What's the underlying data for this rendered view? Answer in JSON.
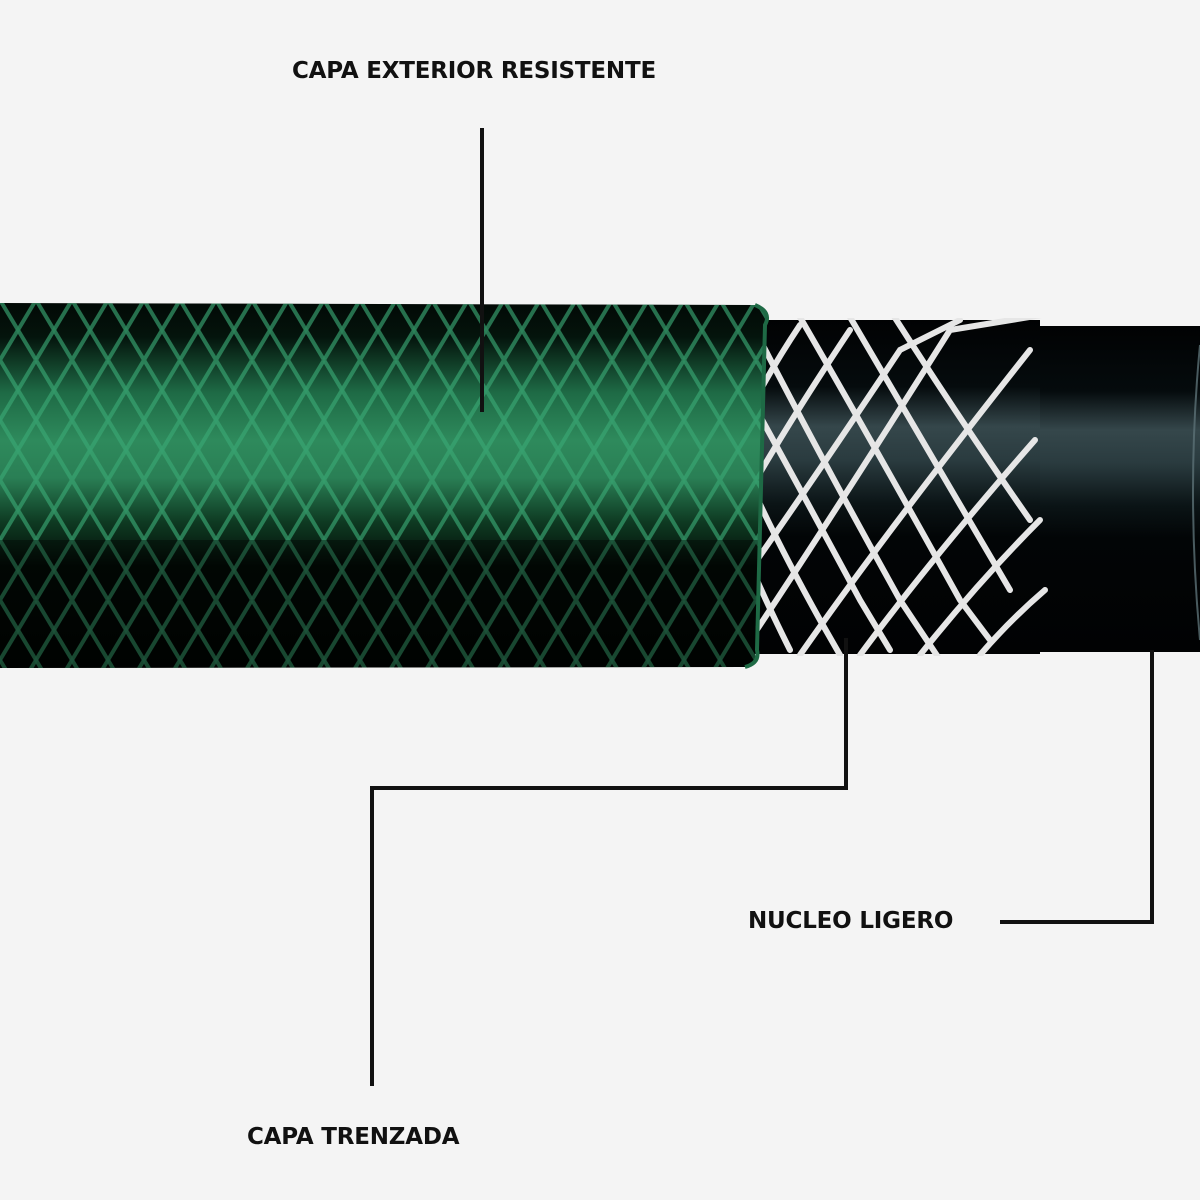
{
  "diagram": {
    "subject": "garden hose cross-layer diagram",
    "colors": {
      "background": "#f4f4f4",
      "outer_layer_green": "#2f8a5c",
      "outer_layer_dark": "#020a06",
      "braid_white": "#e8e8e8",
      "core_black": "#030607",
      "leader_line": "#111111"
    },
    "labels": {
      "outer_layer": "CAPA EXTERIOR RESISTENTE",
      "core": "NUCLEO LIGERO",
      "braided_layer": "CAPA TRENZADA"
    },
    "components": [
      {
        "id": "outer_layer",
        "label": "CAPA EXTERIOR RESISTENTE",
        "description": "green outer jacket with diamond mesh pattern"
      },
      {
        "id": "braided_layer",
        "label": "CAPA TRENZADA",
        "description": "white braided reinforcement mesh"
      },
      {
        "id": "core",
        "label": "NUCLEO LIGERO",
        "description": "black inner tube core"
      }
    ]
  }
}
